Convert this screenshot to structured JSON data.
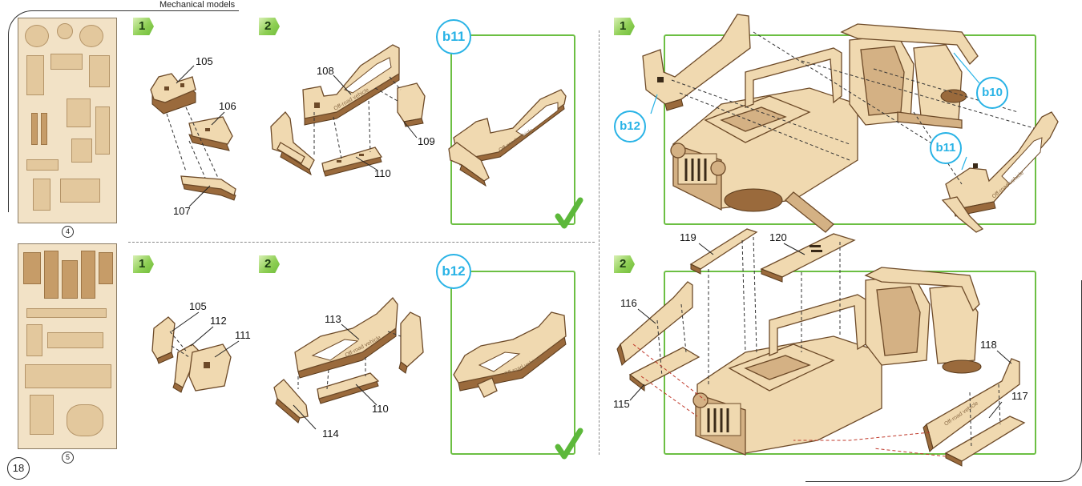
{
  "header": {
    "title": "Mechanical models"
  },
  "page_number": "18",
  "sheets": [
    {
      "number": "4"
    },
    {
      "number": "5"
    }
  ],
  "steps": {
    "s1": "1",
    "s2": "2",
    "s3": "1",
    "s4": "2",
    "s5": "1",
    "s6": "2"
  },
  "badges": {
    "b11_main": "b11",
    "b12_main": "b12",
    "b10": "b10",
    "b11_small": "b11",
    "b12_small": "b12"
  },
  "parts": {
    "p105a": "105",
    "p106": "106",
    "p107": "107",
    "p108": "108",
    "p109": "109",
    "p110a": "110",
    "p105b": "105",
    "p112": "112",
    "p111": "111",
    "p113": "113",
    "p110b": "110",
    "p114": "114",
    "p119": "119",
    "p120": "120",
    "p116": "116",
    "p115": "115",
    "p118": "118",
    "p117": "117"
  },
  "engraving": "Off-road vehicle",
  "colors": {
    "accent_green": "#6cbf43",
    "accent_blue": "#29b3e6",
    "wood": "#f0d9b0"
  }
}
